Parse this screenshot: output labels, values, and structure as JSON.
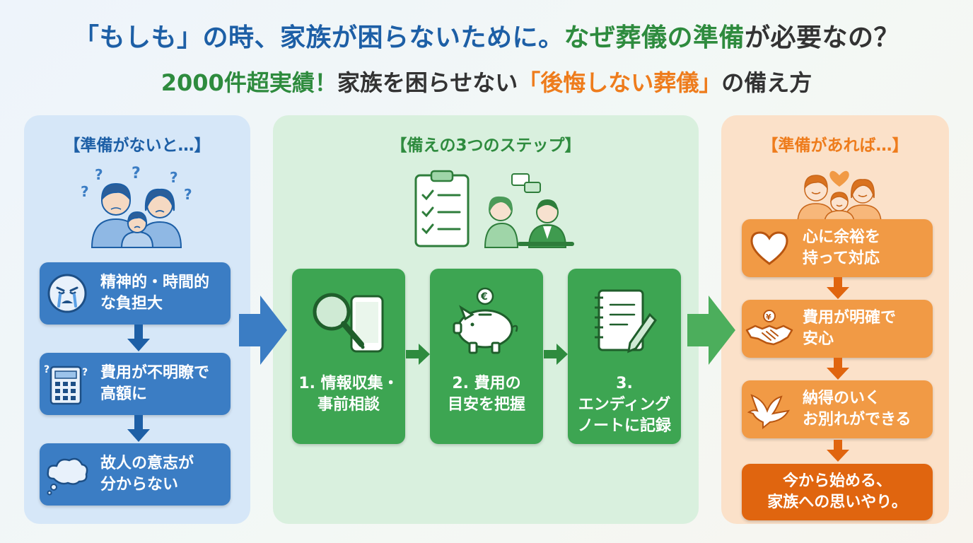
{
  "title": {
    "line1_part1": "「もしも」の時、家族が困らないために。",
    "line1_part2": "なぜ葬儀の準備",
    "line1_part3": "が必要なの？",
    "line2_part1": "2000件超実績！",
    "line2_part2": "家族を困らせない",
    "line2_part3": "「後悔しない葬儀」",
    "line2_part4": "の備え方"
  },
  "left": {
    "heading": "【準備がないと…】",
    "items": [
      {
        "label": "精神的・時間的\nな負担大",
        "icon": "crying-face-icon"
      },
      {
        "label": "費用が不明瞭で\n高額に",
        "icon": "calculator-icon"
      },
      {
        "label": "故人の意志が\n分からない",
        "icon": "thought-cloud-icon"
      }
    ],
    "illustration": "confused-family-icon"
  },
  "middle": {
    "heading": "【備えの3つのステップ】",
    "steps": [
      {
        "label": "1. 情報収集・\n事前相談",
        "icon": "magnifier-phone-icon"
      },
      {
        "label": "2. 費用の\n目安を把握",
        "icon": "piggy-bank-icon"
      },
      {
        "label": "3.\nエンディング\nノートに記録",
        "icon": "notebook-pen-icon"
      }
    ],
    "illustration": "checklist-consultation-icon"
  },
  "right": {
    "heading": "【準備があれば…】",
    "items": [
      {
        "label": "心に余裕を\n持って対応",
        "icon": "heart-icon"
      },
      {
        "label": "費用が明確で\n安心",
        "icon": "handshake-icon"
      },
      {
        "label": "納得のいく\nお別れができる",
        "icon": "dove-icon"
      }
    ],
    "final": "今から始める、\n家族への思いやり。",
    "illustration": "happy-family-icon"
  },
  "colors": {
    "blue": "#3b7dc4",
    "green": "#3da552",
    "orange": "#f19a45",
    "dark_orange": "#e0650f"
  }
}
